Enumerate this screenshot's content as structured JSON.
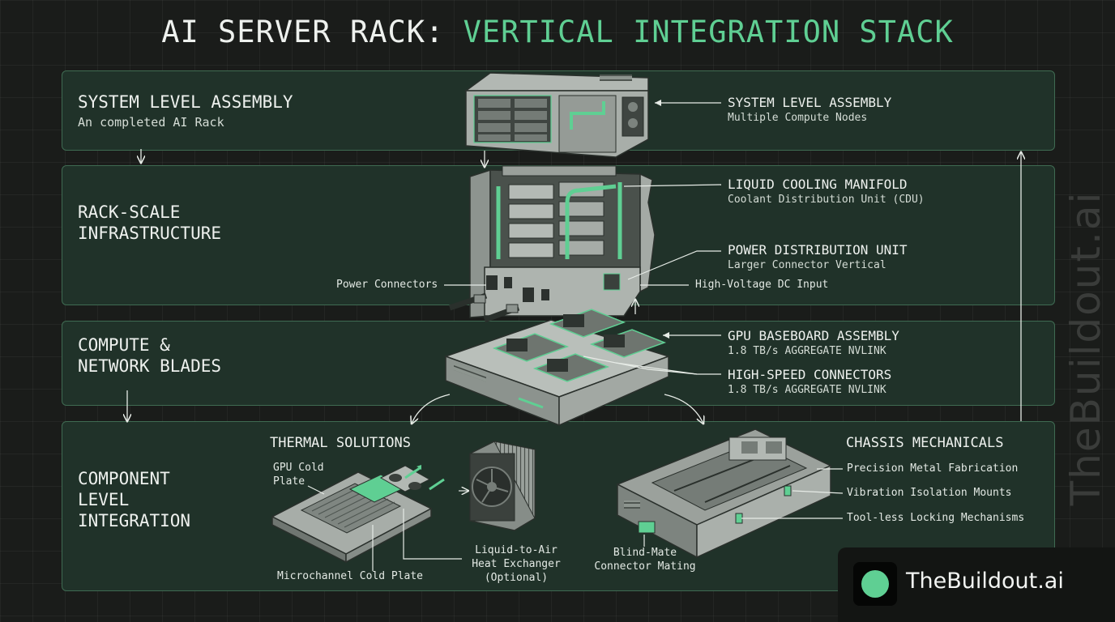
{
  "title": {
    "main": "AI SERVER RACK: ",
    "accent": "VERTICAL INTEGRATION STACK"
  },
  "tiers": [
    {
      "title": "SYSTEM LEVEL ASSEMBLY",
      "subtitle": "An completed AI Rack"
    },
    {
      "title": "RACK-SCALE\nINFRASTRUCTURE"
    },
    {
      "title": "COMPUTE &\nNETWORK BLADES"
    },
    {
      "title": "COMPONENT\nLEVEL\nINTEGRATION"
    }
  ],
  "callouts": [
    {
      "heading": "SYSTEM LEVEL ASSEMBLY",
      "sub": "Multiple Compute Nodes"
    },
    {
      "heading": "LIQUID COOLING MANIFOLD",
      "sub": "Coolant Distribution Unit (CDU)"
    },
    {
      "heading": "POWER DISTRIBUTION UNIT",
      "sub": "Larger Connector Vertical"
    },
    {
      "heading": "GPU BASEBOARD ASSEMBLY",
      "sub": "1.8 TB/s AGGREGATE NVLINK"
    },
    {
      "heading": "HIGH-SPEED CONNECTORS",
      "sub": "1.8 TB/s AGGREGATE NVLINK"
    }
  ],
  "labels": {
    "power_connectors": "Power Connectors",
    "hv_dc_input": "High-Voltage DC Input",
    "thermal_solutions": "THERMAL SOLUTIONS",
    "gpu_cold_plate": "GPU Cold\nPlate",
    "microchannel": "Microchannel Cold Plate",
    "liquid_to_air": "Liquid-to-Air\nHeat Exchanger\n(Optional)",
    "chassis_mechanicals": "CHASSIS MECHANICALS",
    "precision_metal": "Precision Metal Fabrication",
    "vibration": "Vibration Isolation Mounts",
    "toolless": "Tool-less Locking Mechanisms",
    "blind_mate": "Blind-Mate\nConnector Mating"
  },
  "watermark": "TheBuildout.ai",
  "brand": "TheBuildout.ai",
  "colors": {
    "accent": "#5fcf93",
    "panel": "#203229",
    "panel_border": "#3f6b52",
    "background": "#1a1c1a"
  }
}
